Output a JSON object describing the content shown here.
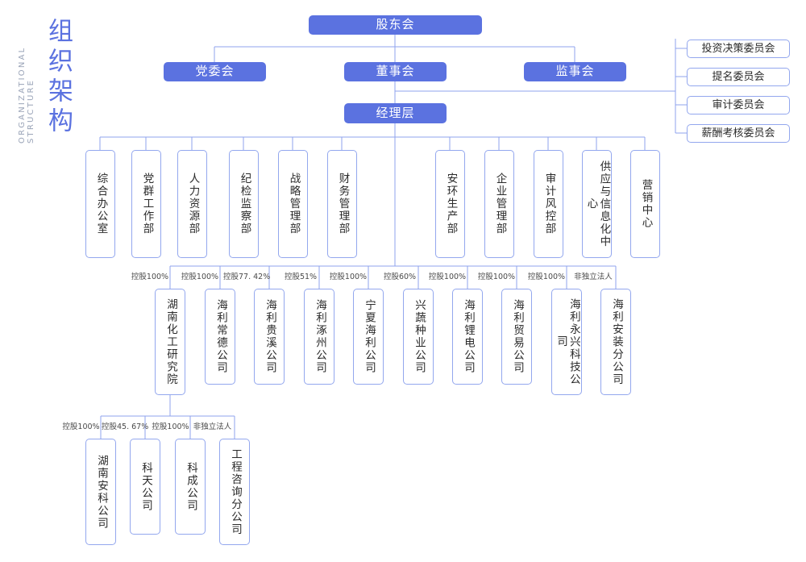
{
  "title": {
    "cn": "组织架构",
    "en": "ORGANIZATIONAL STRUCTURE"
  },
  "colors": {
    "accent": "#5B72E0",
    "line": "#8FA3EE",
    "border": "#93A7EE",
    "title_en": "#9AA4B8",
    "text": "#2B2B2B",
    "background": "#FFFFFF"
  },
  "chart_data": {
    "type": "diagram",
    "diagram_kind": "organizational-chart",
    "root": "股东会",
    "levels": [
      [
        "股东会"
      ],
      [
        "党委会",
        "董事会",
        "监事会"
      ],
      [
        "经理层"
      ],
      [
        "综合办公室",
        "党群工作部",
        "人力资源部",
        "纪检监察部",
        "战略管理部",
        "财务管理部",
        "安环生产部",
        "企业管理部",
        "审计风控部",
        "供应与信息化中心",
        "营销中心"
      ],
      [
        "湖南化工研究院",
        "海利常德公司",
        "海利贵溪公司",
        "海利涿州公司",
        "宁夏海利公司",
        "兴蔬种业公司",
        "海利锂电公司",
        "海利贸易公司",
        "海利永兴科技公司",
        "海利安装分公司"
      ],
      [
        "湖南安科公司",
        "科天公司",
        "科成公司",
        "工程咨询分公司"
      ]
    ]
  },
  "top": {
    "shareholders": "股东会"
  },
  "level2": [
    {
      "label": "党委会"
    },
    {
      "label": "董事会"
    },
    {
      "label": "监事会"
    }
  ],
  "committees": [
    {
      "label": "投资决策委员会"
    },
    {
      "label": "提名委员会"
    },
    {
      "label": "审计委员会"
    },
    {
      "label": "薪酬考核委员会"
    }
  ],
  "management": {
    "label": "经理层"
  },
  "departments": [
    {
      "label": "综合办公室"
    },
    {
      "label": "党群工作部"
    },
    {
      "label": "人力资源部"
    },
    {
      "label": "纪检监察部"
    },
    {
      "label": "战略管理部"
    },
    {
      "label": "财务管理部"
    },
    {
      "label": "安环生产部"
    },
    {
      "label": "企业管理部"
    },
    {
      "label": "审计风控部"
    },
    {
      "label": "供应与信息化中心"
    },
    {
      "label": "营销中心"
    }
  ],
  "subsidiaries": [
    {
      "label": "湖南化工研究院",
      "ratio": "控股100%"
    },
    {
      "label": "海利常德公司",
      "ratio": "控股100%"
    },
    {
      "label": "海利贵溪公司",
      "ratio": "控股77. 42%"
    },
    {
      "label": "海利涿州公司",
      "ratio": "控股51%"
    },
    {
      "label": "宁夏海利公司",
      "ratio": "控股100%"
    },
    {
      "label": "兴蔬种业公司",
      "ratio": "控股60%"
    },
    {
      "label": "海利锂电公司",
      "ratio": "控股100%"
    },
    {
      "label": "海利贸易公司",
      "ratio": "控股100%"
    },
    {
      "label": "海利永兴科技公司",
      "ratio": "控股100%"
    },
    {
      "label": "海利安装分公司",
      "ratio": "非独立法人"
    }
  ],
  "sub_subsidiaries": [
    {
      "label": "湖南安科公司",
      "ratio": "控股100%"
    },
    {
      "label": "科天公司",
      "ratio": "控股45. 67%"
    },
    {
      "label": "科成公司",
      "ratio": "控股100%"
    },
    {
      "label": "工程咨询分公司",
      "ratio": "非独立法人"
    }
  ]
}
